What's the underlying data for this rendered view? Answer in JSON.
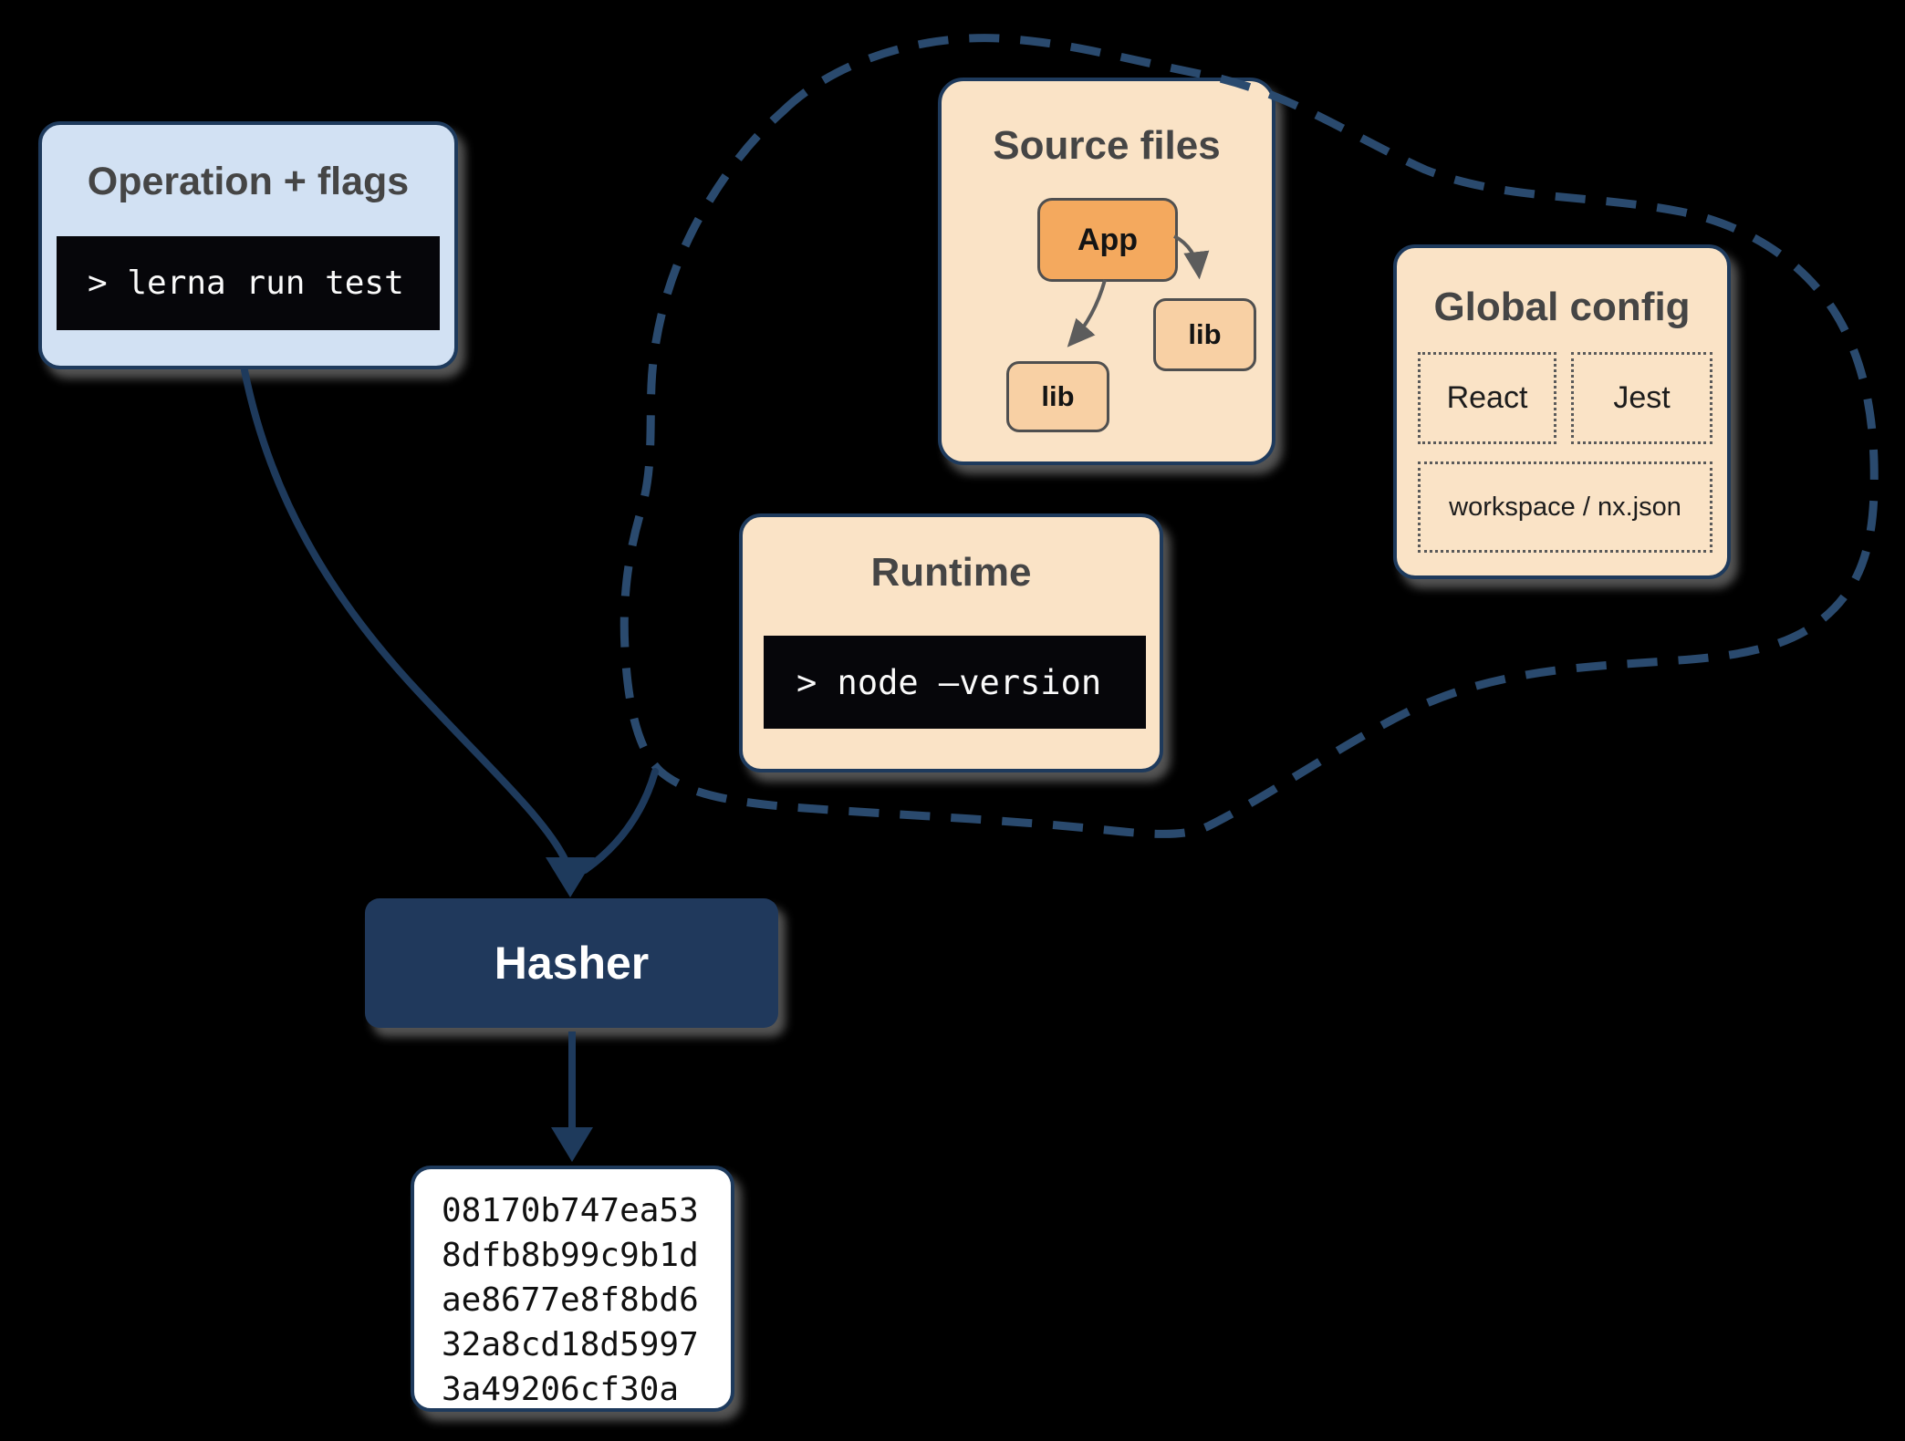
{
  "palette": {
    "navy": "#1e3a5c",
    "light_blue": "#d2e1f3",
    "peach": "#fae3c6",
    "orange": "#f4a95e",
    "light_orange": "#f8d0a4",
    "terminal_bg": "#06060a",
    "terminal_text": "#fafafa",
    "title_gray": "#454545",
    "arrow_gray": "#5c5c5c",
    "background": "#000000"
  },
  "operation": {
    "title": "Operation + flags",
    "command": "> lerna run test"
  },
  "cloud": {
    "source_files": {
      "title": "Source files",
      "app_label": "App",
      "lib1_label": "lib",
      "lib2_label": "lib"
    },
    "runtime": {
      "title": "Runtime",
      "command": "> node –version"
    },
    "global_config": {
      "title": "Global config",
      "items": [
        "React",
        "Jest",
        "workspace / nx.json"
      ]
    }
  },
  "hasher": {
    "label": "Hasher"
  },
  "hash_output": {
    "lines": [
      "08170b747ea53",
      "8dfb8b99c9b1d",
      "ae8677e8f8bd6",
      "32a8cd18d5997",
      "3a49206cf30a"
    ]
  }
}
